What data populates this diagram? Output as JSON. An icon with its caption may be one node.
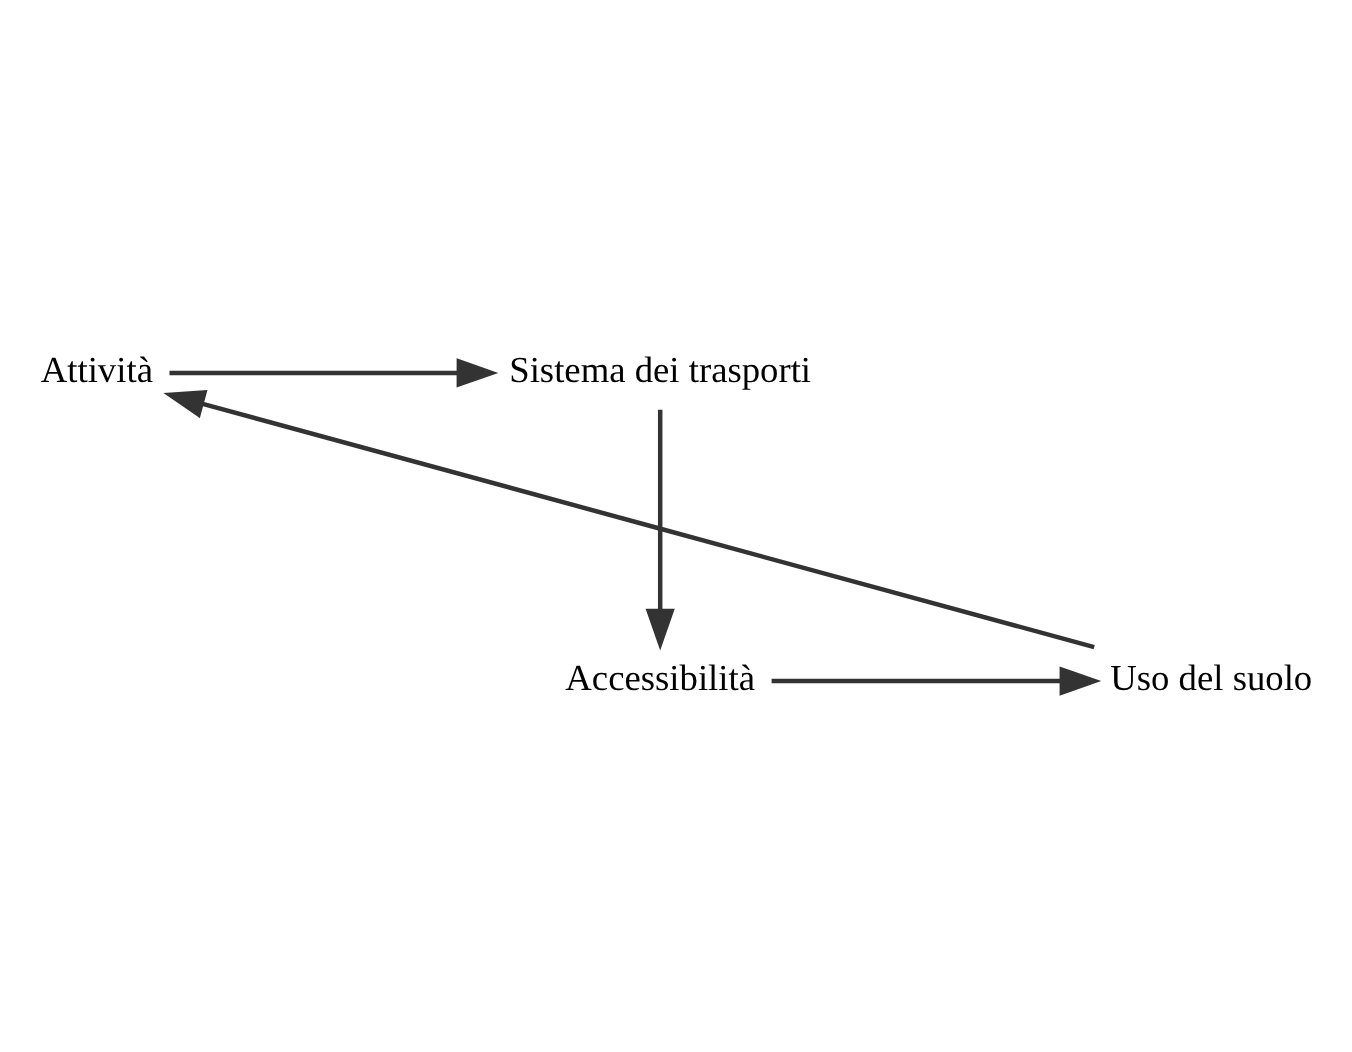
{
  "diagram": {
    "nodes": [
      {
        "text": [
          "Sistema dei trasporti"
        ]
      },
      {
        "text": [
          "Attività"
        ]
      },
      {
        "text": [
          "Accessibilità"
        ]
      },
      {
        "text": [
          "Uso del suolo"
        ]
      }
    ],
    "edges": [
      {
        "from": 1,
        "to": 0,
        "arrow": "to"
      },
      {
        "from": 0,
        "to": 2,
        "arrow": "to"
      },
      {
        "from": 2,
        "to": 3,
        "arrow": "to"
      },
      {
        "from": 3,
        "to": 1,
        "arrow": "to"
      }
    ]
  }
}
